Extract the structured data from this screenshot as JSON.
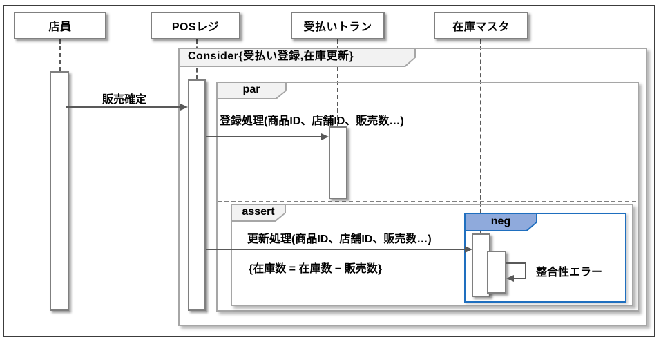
{
  "lifelines": [
    {
      "name": "店員"
    },
    {
      "name": "POSレジ"
    },
    {
      "name": "受払いトラン"
    },
    {
      "name": "在庫マスタ"
    }
  ],
  "frames": {
    "consider_label": "Consider{受払い登録,在庫更新}",
    "par_label": "par",
    "assert_label": "assert",
    "neg_label": "neg"
  },
  "messages": {
    "sale_confirm": "販売確定",
    "register_call": "登録処理(商品ID、店舗ID、販売数…)",
    "update_call": "更新処理(商品ID、店舗ID、販売数…)",
    "state_constraint": "{在庫数 = 在庫数 − 販売数}",
    "self_error": "整合性エラー"
  },
  "colors": {
    "frame_border": "#A6A6A6",
    "label_fill": "#F2F2F2",
    "neg_border": "#1F6FBF",
    "neg_fill": "#8FAADC",
    "arrow": "#595959",
    "activation_border": "#7F7F7F"
  }
}
